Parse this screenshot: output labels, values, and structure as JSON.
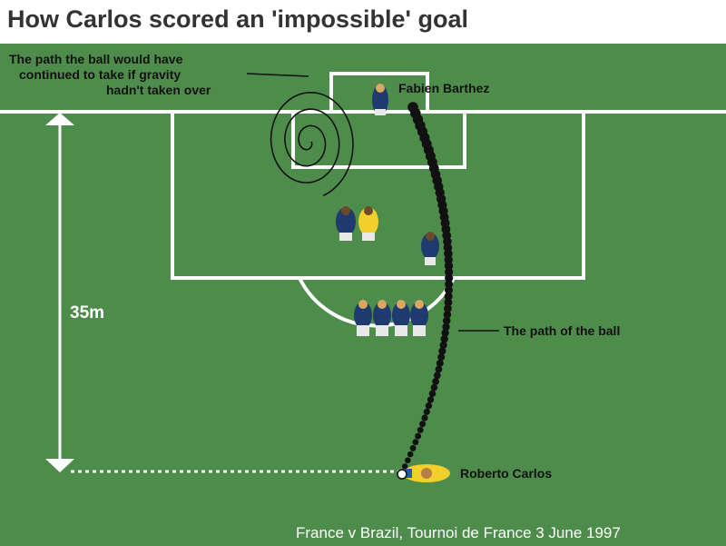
{
  "title": "How Carlos scored an 'impossible' goal",
  "annotations": {
    "gravity_path": {
      "line1": "The path the ball would have",
      "line2": "continued  to take if gravity",
      "line3": "hadn't taken over"
    },
    "ball_path": "The path of the ball",
    "distance": "35m"
  },
  "players": {
    "goalkeeper": "Fabien Barthez",
    "shooter": "Roberto Carlos"
  },
  "caption": "France v Brazil, Tournoi de France 3 June 1997",
  "colors": {
    "pitch": "#4e8c4b",
    "lines": "#ffffff",
    "ball": "#111111",
    "france_shirt": "#1e3a6e",
    "brazil_shirt": "#f2cf2a"
  }
}
